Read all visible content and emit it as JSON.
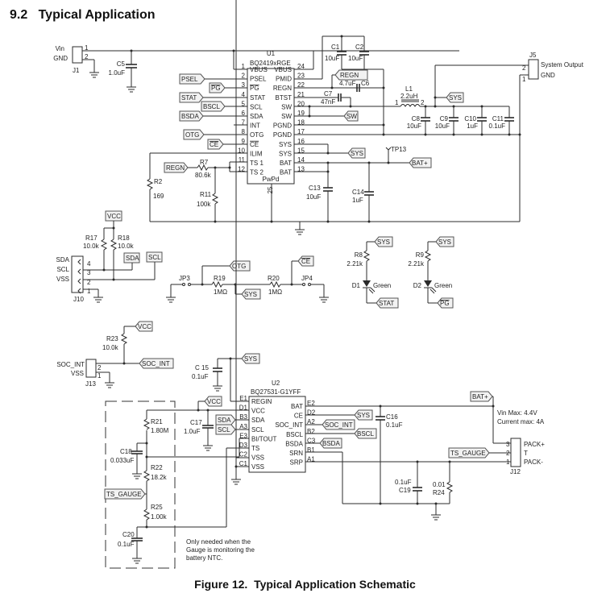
{
  "heading": "9.2   Typical Application",
  "caption": "Figure 12.  Typical Application Schematic",
  "u1": {
    "ref": "U1",
    "part": "BQ2419xRGE",
    "left_pins": [
      {
        "num": "1",
        "name": "VBUS"
      },
      {
        "num": "2",
        "name": "PSEL"
      },
      {
        "num": "3",
        "name": "PG"
      },
      {
        "num": "4",
        "name": "STAT"
      },
      {
        "num": "5",
        "name": "SCL"
      },
      {
        "num": "6",
        "name": "SDA"
      },
      {
        "num": "7",
        "name": "INT"
      },
      {
        "num": "8",
        "name": "OTG"
      },
      {
        "num": "9",
        "name": "CE"
      },
      {
        "num": "10",
        "name": "ILIM"
      },
      {
        "num": "11",
        "name": "TS 1"
      },
      {
        "num": "12",
        "name": "TS 2"
      }
    ],
    "right_pins": [
      {
        "num": "24",
        "name": "VBUS"
      },
      {
        "num": "23",
        "name": "PMID"
      },
      {
        "num": "22",
        "name": "REGN"
      },
      {
        "num": "21",
        "name": "BTST"
      },
      {
        "num": "20",
        "name": "SW"
      },
      {
        "num": "19",
        "name": "SW"
      },
      {
        "num": "18",
        "name": "PGND"
      },
      {
        "num": "17",
        "name": "PGND"
      },
      {
        "num": "16",
        "name": "SYS"
      },
      {
        "num": "15",
        "name": "SYS"
      },
      {
        "num": "14",
        "name": "BAT"
      },
      {
        "num": "13",
        "name": "BAT"
      }
    ],
    "bottom_pin": {
      "num": "25",
      "name": "PwPd"
    }
  },
  "u2": {
    "ref": "U2",
    "part": "BQ27531-G1YFF",
    "left_pins": [
      {
        "num": "E1",
        "name": "REGIN"
      },
      {
        "num": "D1",
        "name": "VCC"
      },
      {
        "num": "B3",
        "name": "SDA"
      },
      {
        "num": "A3",
        "name": "SCL"
      },
      {
        "num": "E3",
        "name": "BI/TOUT"
      },
      {
        "num": "D3",
        "name": "TS"
      },
      {
        "num": "C2",
        "name": "VSS"
      },
      {
        "num": "C1",
        "name": "VSS"
      }
    ],
    "right_pins": [
      {
        "num": "E2",
        "name": "BAT"
      },
      {
        "num": "D2",
        "name": "CE"
      },
      {
        "num": "A2",
        "name": "SOC_INT"
      },
      {
        "num": "B2",
        "name": "BSCL"
      },
      {
        "num": "C3",
        "name": "BSDA"
      },
      {
        "num": "B1",
        "name": "SRN"
      },
      {
        "num": "A1",
        "name": "SRP"
      }
    ]
  },
  "connectors": {
    "j1": {
      "ref": "J1",
      "pins": [
        {
          "num": "1",
          "name": "Vin"
        },
        {
          "num": "2",
          "name": "GND"
        }
      ]
    },
    "j5": {
      "ref": "J5",
      "pins": [
        {
          "num": "2",
          "name": "System Output"
        },
        {
          "num": "1",
          "name": "GND"
        }
      ]
    },
    "j10": {
      "ref": "J10",
      "pins": [
        {
          "num": "4",
          "name": "SDA"
        },
        {
          "num": "3",
          "name": "SCL"
        },
        {
          "num": "2",
          "name": "VSS"
        },
        {
          "num": "1",
          "name": ""
        }
      ]
    },
    "j13": {
      "ref": "J13",
      "pins": [
        {
          "num": "2",
          "name": "SOC_INT"
        },
        {
          "num": "1",
          "name": "VSS"
        }
      ]
    },
    "j12": {
      "ref": "J12",
      "pins": [
        {
          "num": "3",
          "name": "PACK+"
        },
        {
          "num": "2",
          "name": "T"
        },
        {
          "num": "1",
          "name": "PACK-"
        }
      ]
    },
    "jp3": {
      "ref": "JP3"
    },
    "jp4": {
      "ref": "JP4"
    },
    "tp13": {
      "ref": "TP13"
    }
  },
  "components": {
    "c1": {
      "ref": "C1",
      "value": "10uF"
    },
    "c2": {
      "ref": "C2",
      "value": "10uF"
    },
    "c5": {
      "ref": "C5",
      "value": "1.0uF"
    },
    "c6": {
      "ref": "C6",
      "value": "4.7uF"
    },
    "c7": {
      "ref": "C7",
      "value": "47nF"
    },
    "c8": {
      "ref": "C8",
      "value": "10uF"
    },
    "c9": {
      "ref": "C9",
      "value": "10uF"
    },
    "c10": {
      "ref": "C10",
      "value": "1uF"
    },
    "c11": {
      "ref": "C11",
      "value": "0.1uF"
    },
    "c13": {
      "ref": "C13",
      "value": "10uF"
    },
    "c14": {
      "ref": "C14",
      "value": "1uF"
    },
    "c15": {
      "ref": "C 15",
      "value": "0.1uF"
    },
    "c16": {
      "ref": "C16",
      "value": "0.1uF"
    },
    "c17": {
      "ref": "C17",
      "value": "1.0uF"
    },
    "c18": {
      "ref": "C18",
      "value": "0.033uF"
    },
    "c19": {
      "ref": "C19",
      "value": "0.1uF"
    },
    "c20": {
      "ref": "C20",
      "value": "0.1uF"
    },
    "l1": {
      "ref": "L1",
      "value": "2.2uH",
      "pin1": "1",
      "pin2": "2"
    },
    "r2": {
      "ref": "R2",
      "value": "169"
    },
    "r7": {
      "ref": "R7",
      "value": "80.6k"
    },
    "r8": {
      "ref": "R8",
      "value": "2.21k"
    },
    "r9": {
      "ref": "R9",
      "value": "2.21k"
    },
    "r11": {
      "ref": "R11",
      "value": "100k"
    },
    "r17": {
      "ref": "R17",
      "value": "10.0k"
    },
    "r18": {
      "ref": "R18",
      "value": "10.0k"
    },
    "r19": {
      "ref": "R19",
      "value": "1MΩ"
    },
    "r20": {
      "ref": "R20",
      "value": "1MΩ"
    },
    "r21": {
      "ref": "R21",
      "value": "1.80M"
    },
    "r22": {
      "ref": "R22",
      "value": "18.2k"
    },
    "r23": {
      "ref": "R23",
      "value": "10.0k"
    },
    "r24": {
      "ref": "R24",
      "value": "0.01"
    },
    "r25": {
      "ref": "R25",
      "value": "1.00k"
    },
    "d1": {
      "ref": "D1",
      "value": "Green"
    },
    "d2": {
      "ref": "D2",
      "value": "Green"
    }
  },
  "nets": {
    "psel": "PSEL",
    "pg": "PG",
    "stat": "STAT",
    "bscl": "BSCL",
    "bsda": "BSDA",
    "otg": "OTG",
    "ce": "CE",
    "regn": "REGN",
    "sw": "SW",
    "sys": "SYS",
    "bat_plus": "BAT+",
    "vcc": "VCC",
    "sda": "SDA",
    "scl": "SCL",
    "soc_int": "SOC_INT",
    "ts_gauge": "TS_GAUGE"
  },
  "notes": {
    "pack_ratings_1": "Vin Max: 4.4V",
    "pack_ratings_2": "Current max: 4A",
    "ntc_note_1": "Only needed when the",
    "ntc_note_2": "Gauge is monitoring the",
    "ntc_note_3": "battery NTC."
  }
}
